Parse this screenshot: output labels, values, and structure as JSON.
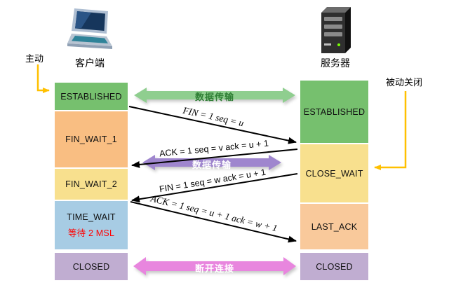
{
  "client": {
    "label": "客户端",
    "annotation": "主动"
  },
  "server": {
    "label": "服务器",
    "annotation": "被动关闭"
  },
  "left_states": [
    {
      "label": "ESTABLISHED",
      "color": "#76c06e"
    },
    {
      "label": "FIN_WAIT_1",
      "color": "#f9be82"
    },
    {
      "label": "FIN_WAIT_2",
      "color": "#f8e08e"
    },
    {
      "label": "TIME_WAIT",
      "sub": "等待 2 MSL",
      "sub_color": "#ff0000",
      "color": "#a7cce4"
    },
    {
      "label": "CLOSED",
      "color": "#c0add1"
    }
  ],
  "right_states": [
    {
      "label": "ESTABLISHED",
      "color": "#76c06e"
    },
    {
      "label": "CLOSE_WAIT",
      "color": "#f8e08e"
    },
    {
      "label": "LAST_ACK",
      "color": "#f9c99b"
    },
    {
      "label": "CLOSED",
      "color": "#c0add1"
    }
  ],
  "messages": [
    {
      "text": "FIN = 1 seq = u"
    },
    {
      "text": "ACK = 1 seq = v ack = u + 1"
    },
    {
      "text": "FIN = 1 seq = w ack = u + 1"
    },
    {
      "text": "ACK = 1 seq = u + 1 ack = w + 1"
    }
  ],
  "bands": {
    "top": {
      "label": "数据传输",
      "color": "#8fce8f",
      "text_color": "#2f7f35"
    },
    "middle": {
      "label": "数据传输",
      "color": "#9f86ce",
      "text_color": "#ffffff"
    },
    "bottom": {
      "label": "断开连接",
      "color": "#e886de",
      "text_color": "#ffffff"
    }
  },
  "accent": {
    "flow_arrow_color": "#ffc000",
    "message_line_color": "#000000"
  }
}
